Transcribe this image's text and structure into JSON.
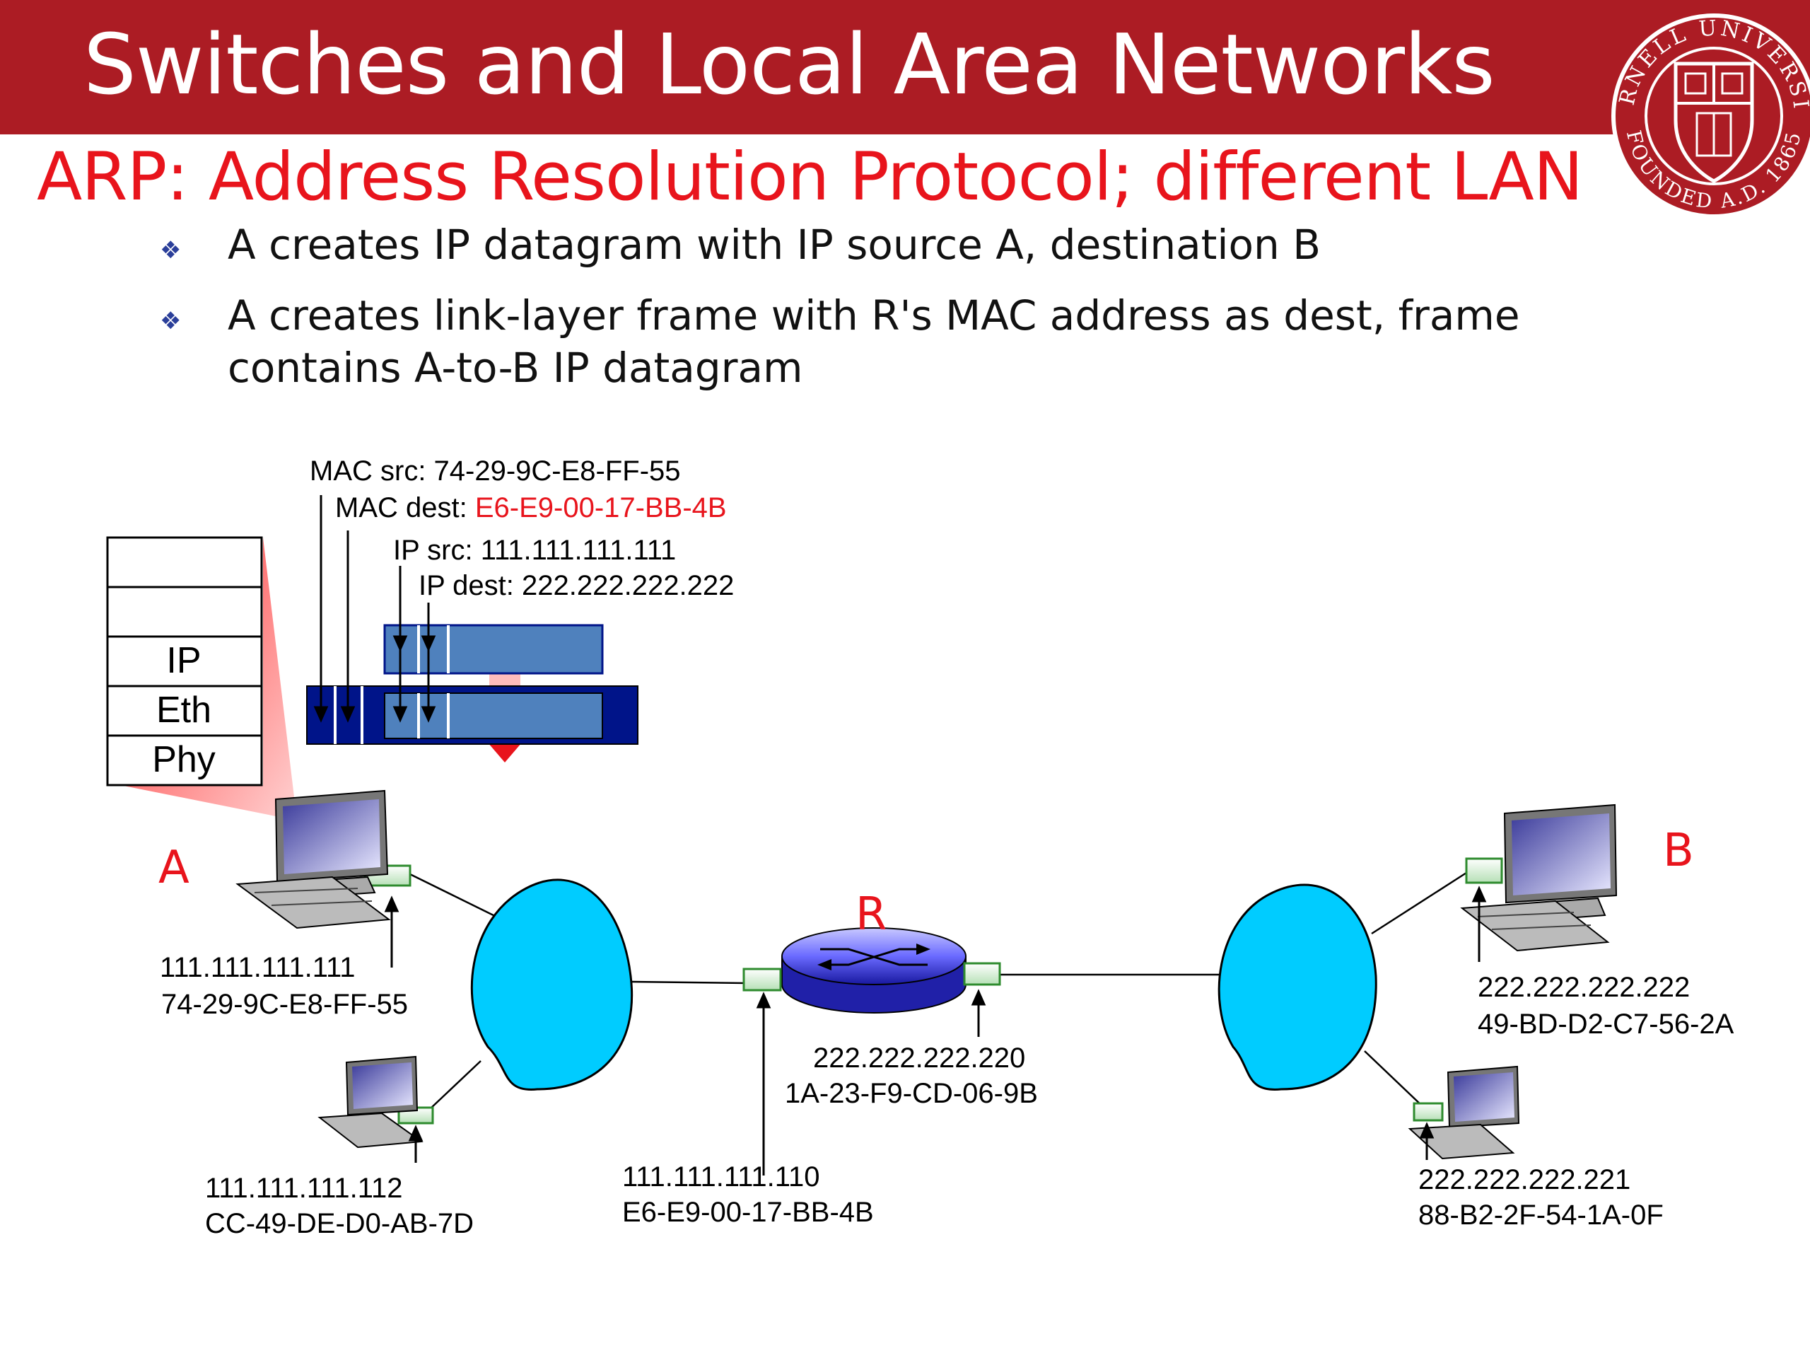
{
  "slide": {
    "title": "Switches and Local Area Networks",
    "subtitle": "ARP: Address Resolution Protocol; different LAN",
    "bullets": [
      "A creates IP datagram with IP source A, destination B",
      "A creates link-layer frame with R's MAC address as dest, frame",
      "contains A-to-B IP datagram"
    ],
    "logo": {
      "text_top": "CORNELL UNIVERSITY",
      "text_bottom": "FOUNDED A.D. 1865"
    }
  },
  "diagram": {
    "frame_labels": {
      "mac_src": "MAC src: 74-29-9C-E8-FF-55",
      "mac_dest_label": "MAC dest: ",
      "mac_dest_value": "E6-E9-00-17-BB-4B",
      "ip_src": "IP src: 111.111.111.111",
      "ip_dest": "IP dest: 222.222.222.222"
    },
    "stack_layers": [
      "",
      "",
      "IP",
      "Eth",
      "Phy"
    ],
    "nodes": {
      "a": "A",
      "b": "B",
      "r": "R"
    },
    "hosts": {
      "a_ip": "111.111.111.111",
      "a_mac": "74-29-9C-E8-FF-55",
      "a2_ip": "111.111.111.112",
      "a2_mac": "CC-49-DE-D0-AB-7D",
      "r_left_ip": "111.111.111.110",
      "r_left_mac": "E6-E9-00-17-BB-4B",
      "r_right_ip": "222.222.222.220",
      "r_right_mac": "1A-23-F9-CD-06-9B",
      "b_ip": "222.222.222.222",
      "b_mac": "49-BD-D2-C7-56-2A",
      "b2_ip": "222.222.222.221",
      "b2_mac": "88-B2-2F-54-1A-0F"
    },
    "colors": {
      "header": "#ac1c24",
      "accent_red": "#e8141c",
      "cloud": "#00ccff",
      "frame_outer": "#001489",
      "frame_inner": "#4f81bd",
      "nic": "#2e8b2e"
    }
  }
}
